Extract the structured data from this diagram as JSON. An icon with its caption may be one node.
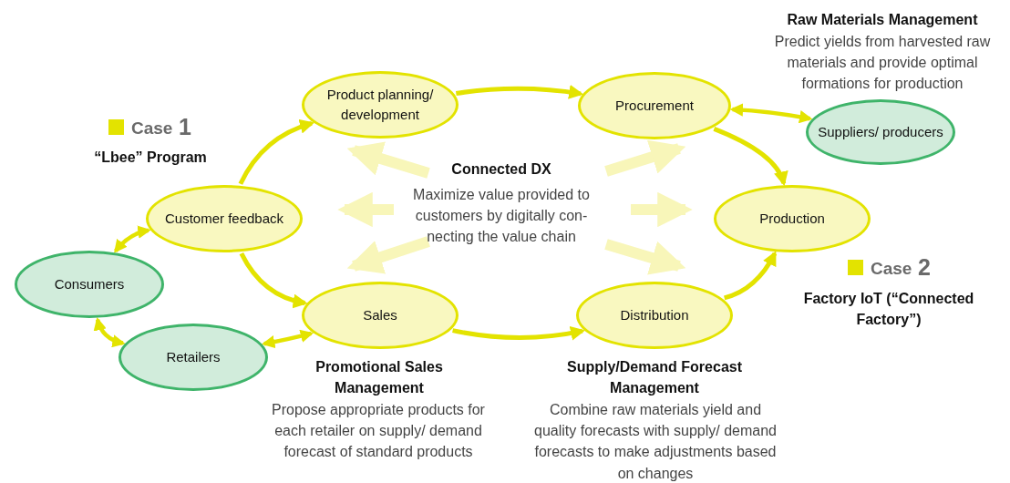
{
  "diagram": {
    "nodes": [
      {
        "text": [
          "Product planning/ development"
        ]
      },
      {
        "text": [
          "Procurement"
        ]
      },
      {
        "text": [
          "Suppliers/ producers"
        ]
      },
      {
        "text": [
          "Customer feedback"
        ]
      },
      {
        "text": [
          "Production"
        ]
      },
      {
        "text": [
          "Consumers"
        ]
      },
      {
        "text": [
          "Sales"
        ]
      },
      {
        "text": [
          "Distribution"
        ]
      },
      {
        "text": [
          "Retailers"
        ]
      }
    ],
    "edges": [
      {
        "from": 3,
        "to": 0,
        "arrow": "to"
      },
      {
        "from": 0,
        "to": 1,
        "arrow": "to"
      },
      {
        "from": 1,
        "to": 4,
        "arrow": "to"
      },
      {
        "from": 7,
        "to": 4,
        "arrow": "to"
      },
      {
        "from": 6,
        "to": 7,
        "arrow": "to"
      },
      {
        "from": 3,
        "to": 6,
        "arrow": "to"
      },
      {
        "from": 1,
        "to": 2,
        "arrow": "both"
      },
      {
        "from": 3,
        "to": 5,
        "arrow": "both"
      },
      {
        "from": 5,
        "to": 8,
        "arrow": "both"
      },
      {
        "from": 8,
        "to": 6,
        "arrow": "both"
      }
    ],
    "labels": [
      "Raw Materials Management",
      "Predict yields from harvested raw materials and provide optimal formations for production",
      "Case",
      "1",
      "“Lbee” Program",
      "Connected DX",
      "Maximize value provided to customers by digitally con- necting the value chain",
      "Case",
      "2",
      "Factory IoT (“Connected Factory”)",
      "Promotional Sales Management",
      "Propose appropriate products for each retailer on supply/ demand forecast of standard products",
      "Supply/Demand Forecast Management",
      "Combine raw materials yield and quality forecasts with supply/ demand forecasts to make adjustments based on changes"
    ]
  }
}
